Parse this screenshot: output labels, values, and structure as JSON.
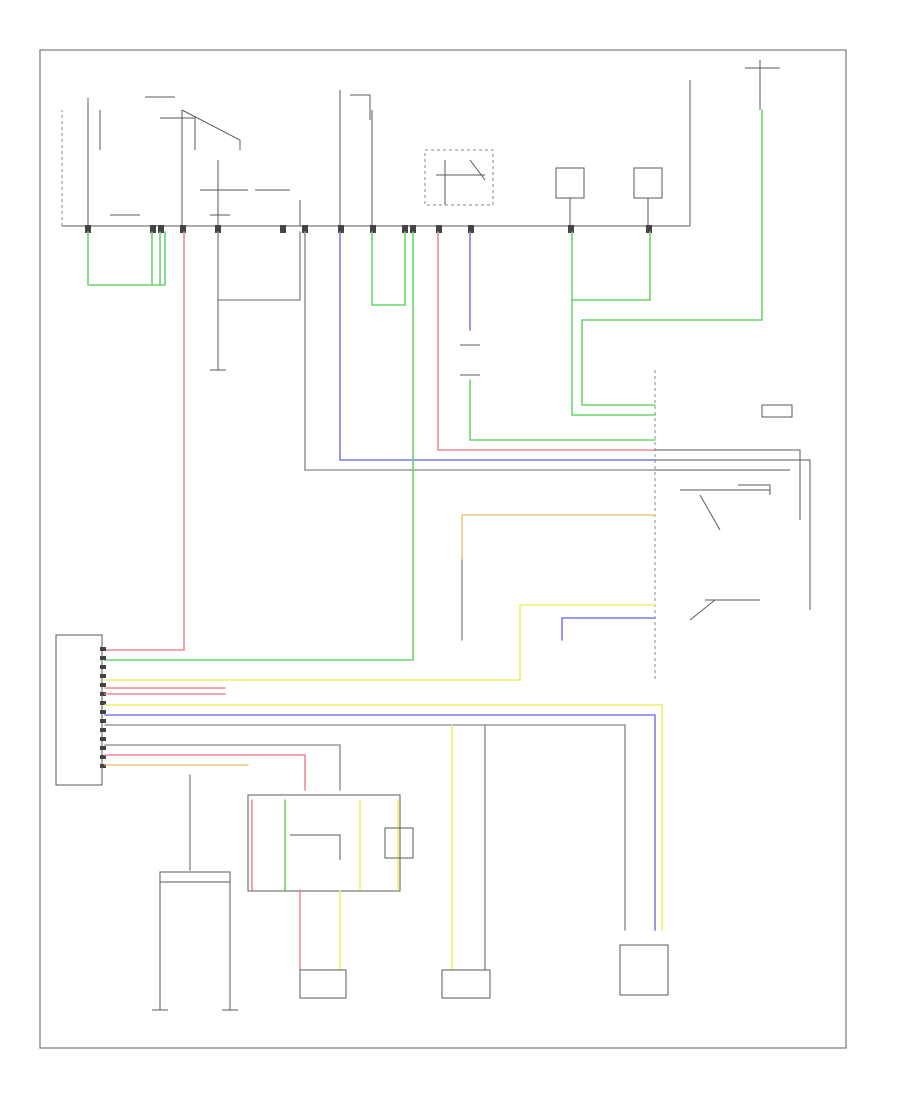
{
  "diagram": {
    "footer_code": "",
    "components": [
      {
        "id": "relay-control-module",
        "label": ""
      },
      {
        "id": "fuse-box",
        "label": ""
      },
      {
        "id": "pgm-fi-ecm",
        "label": ""
      },
      {
        "id": "blower-motor",
        "label": ""
      },
      {
        "id": "ac-compressor-clutch-relay",
        "label": ""
      },
      {
        "id": "condenser-fan-motor",
        "label": ""
      },
      {
        "id": "radiator-fan-motor",
        "label": ""
      },
      {
        "id": "ac-pressure-sensor",
        "label": ""
      }
    ]
  }
}
